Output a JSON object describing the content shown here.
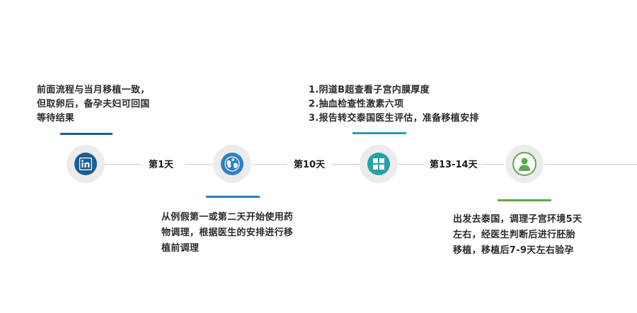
{
  "timeline": {
    "days": [
      {
        "label": "第1天"
      },
      {
        "label": "第10天"
      },
      {
        "label": "第13-14天"
      }
    ],
    "nodes": [
      {
        "icon": "linkedin-icon",
        "color": "#1a5f95"
      },
      {
        "icon": "globe-icon",
        "color": "#2e80c4"
      },
      {
        "icon": "windows-icon",
        "color": "#27a0a6"
      },
      {
        "icon": "user-icon",
        "color": "#5fa84a"
      }
    ]
  },
  "steps": {
    "step1": {
      "lines": [
        "前面流程与当月移植一致，",
        "但取卵后，备孕夫妇可回国",
        "等待结果"
      ],
      "accent": "#1a5f95"
    },
    "step2": {
      "lines": [
        "从例假第一或第二天开始使用药",
        "物调理，根据医生的安排进行移",
        "植前调理"
      ],
      "accent": "#2e80c4"
    },
    "step3": {
      "lines": [
        "1.阴道B超查看子宫内膜厚度",
        "2.抽血检查性激素六项",
        "3.报告转交泰国医生评估，准备移植安排"
      ],
      "accent": "#27a0a6"
    },
    "step4": {
      "lines": [
        "出发去泰国，调理子宫环境5天",
        "左右，经医生判断后进行胚胎",
        "移植，移植后7-9天左右验孕"
      ],
      "accent": "#5fa84a"
    }
  }
}
